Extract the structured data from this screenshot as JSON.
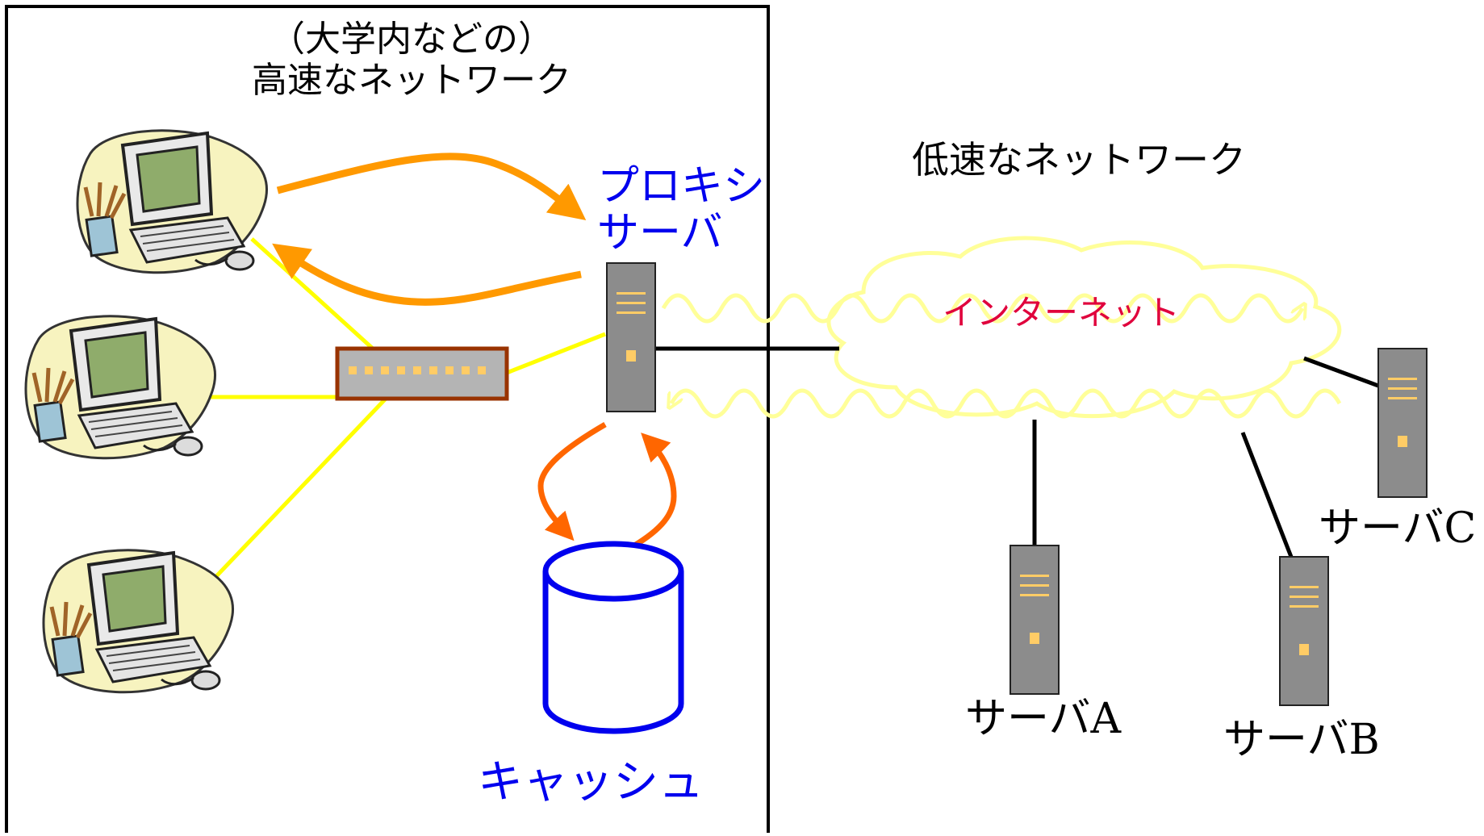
{
  "lan": {
    "title_line1": "（大学内などの）",
    "title_line2": "高速なネットワーク"
  },
  "wan": {
    "title": "低速なネットワーク",
    "internet_label": "インターネット"
  },
  "proxy": {
    "label_line1": "プロキシ",
    "label_line2": "サーバ"
  },
  "cache": {
    "label": "キャッシュ"
  },
  "servers": [
    {
      "id": "A",
      "label": "サーバA"
    },
    {
      "id": "B",
      "label": "サーバB"
    },
    {
      "id": "C",
      "label": "サーバC"
    }
  ],
  "colors": {
    "lan_link": "#ffff00",
    "request_arrow": "#ff9900",
    "cache_arrow": "#ff6600",
    "cache_cylinder": "#0000ee",
    "cloud": "#ffff99",
    "server_body": "#8c8c8c",
    "server_stripe": "#ffcc66",
    "wan_link": "#000000",
    "switch_body": "#b4b4b4",
    "switch_border": "#993300",
    "label_blue": "#0000ee",
    "internet_text": "#e0003c"
  },
  "icons": [
    "desktop-computer-icon",
    "network-switch-icon",
    "server-tower-icon",
    "database-cylinder-icon",
    "internet-cloud-icon"
  ]
}
